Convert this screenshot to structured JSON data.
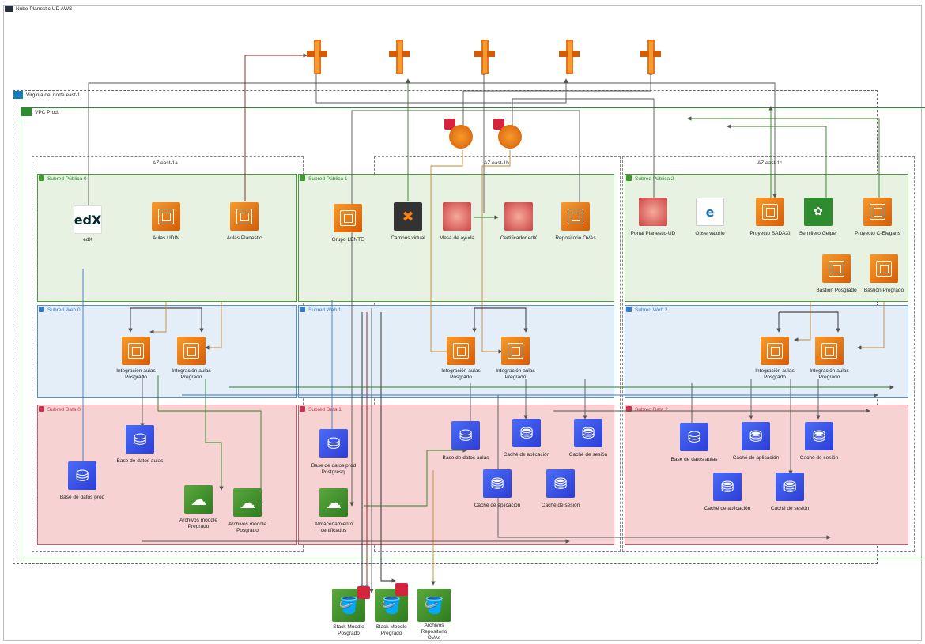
{
  "diagram": {
    "cloud_title": "Nube Planestic-UD AWS",
    "region_title": "Virginia del norte east-1",
    "vpc_title": "VPC Prod.",
    "az": [
      "AZ east-1a",
      "AZ east-1b",
      "AZ east-1c"
    ],
    "subnets": {
      "public": [
        "Subred Pública 0",
        "Subred Pública 1",
        "Subred Pública 2"
      ],
      "web": [
        "Subred Web 0",
        "Subred Web 1",
        "Subred Web 2"
      ],
      "data": [
        "Subred Data 0",
        "Subred Data 1",
        "Subred Data 2"
      ]
    },
    "public0": [
      "edX",
      "Aulas UDIN",
      "Aulas Planestic"
    ],
    "public1": [
      "Grupo LENTE",
      "Campus virtual",
      "Mesa de ayuda",
      "Certificador edX",
      "Repositorio OVAs"
    ],
    "public2": [
      "Portal Planestic-UD",
      "Observatorio",
      "Proyecto SADAXI",
      "Semillero Geiper",
      "Proyecto C-Elegans"
    ],
    "bastions": [
      "Bastión Posgrado",
      "Bastión Pregrado"
    ],
    "web_nodes": [
      "Integración aulas Posgrado",
      "Integración aulas Pregrado"
    ],
    "data0": [
      "Base de datos prod",
      "Base de datos aulas",
      "Archivos moodle Pregrado",
      "Archivos moodle Posgrado"
    ],
    "data1": [
      "Base de datos prod Postgresql",
      "Almacenamiento certificados",
      "Base de datos aulas",
      "Caché de aplicación",
      "Caché de sesión",
      "Caché de aplicación",
      "Caché de sesión"
    ],
    "data2": [
      "Base de datos aulas",
      "Caché de aplicación",
      "Caché de sesión",
      "Caché de aplicación",
      "Caché de sesión"
    ],
    "buckets": [
      "Stack Moodle Posgrado",
      "Stack Moodle Pregrado",
      "Archivos Repositorio OVAs"
    ]
  },
  "colors": {
    "ec2": "#e8731a",
    "rds": "#3b48e0",
    "s3": "#3f8f2a",
    "public_bg": "#e7f2e3",
    "web_bg": "#e3eef8",
    "data_bg": "#f6d2d2",
    "edge": "#555555"
  }
}
